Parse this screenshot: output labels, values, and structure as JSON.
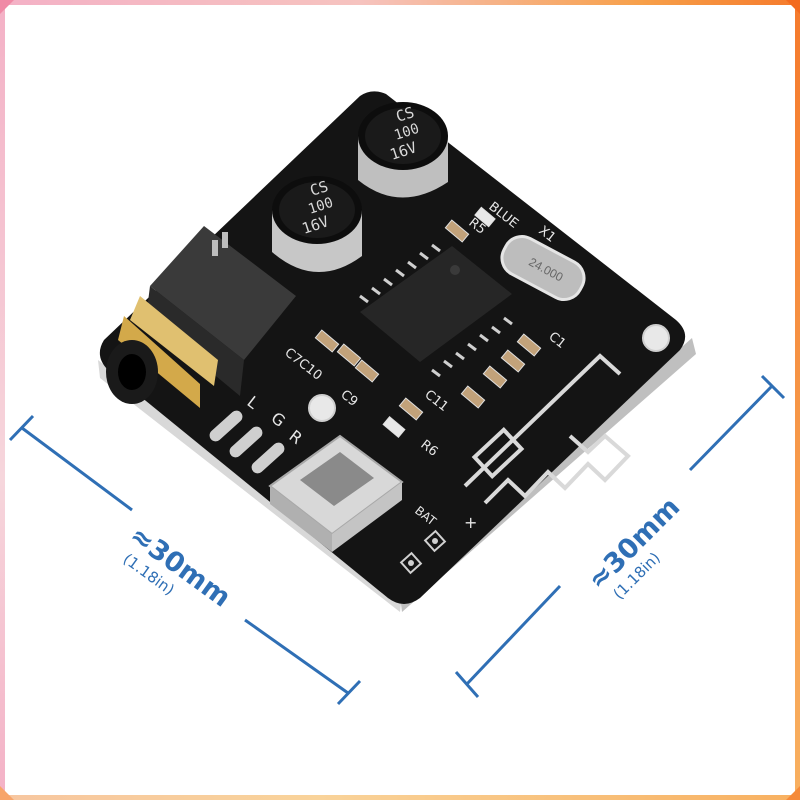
{
  "colors": {
    "dimension_blue": "#2f6fb5",
    "pcb_black": "#121212",
    "capacitor_silver": "#c9c9c9",
    "jack_gold": "#c9a24b"
  },
  "dimensions": {
    "left": {
      "length": "≈30mm",
      "imperial": "(1.18in)"
    },
    "right": {
      "length": "≈30mm",
      "imperial": "(1.18in)"
    }
  },
  "capacitors": [
    {
      "line1": "CS",
      "line2": "100",
      "line3": "16V"
    },
    {
      "line1": "CS",
      "line2": "100",
      "line3": "16V"
    }
  ],
  "silkscreen": {
    "blue_led": "BLUE",
    "crystal": "X1",
    "r5": "R5",
    "r6": "R6",
    "c1": "C1",
    "c11": "C11",
    "c10": "C7C10",
    "c9": "C9",
    "l": "L",
    "g": "G",
    "r": "R",
    "bat": "BAT",
    "plus": "+",
    "crystal_marking": "24.000"
  }
}
